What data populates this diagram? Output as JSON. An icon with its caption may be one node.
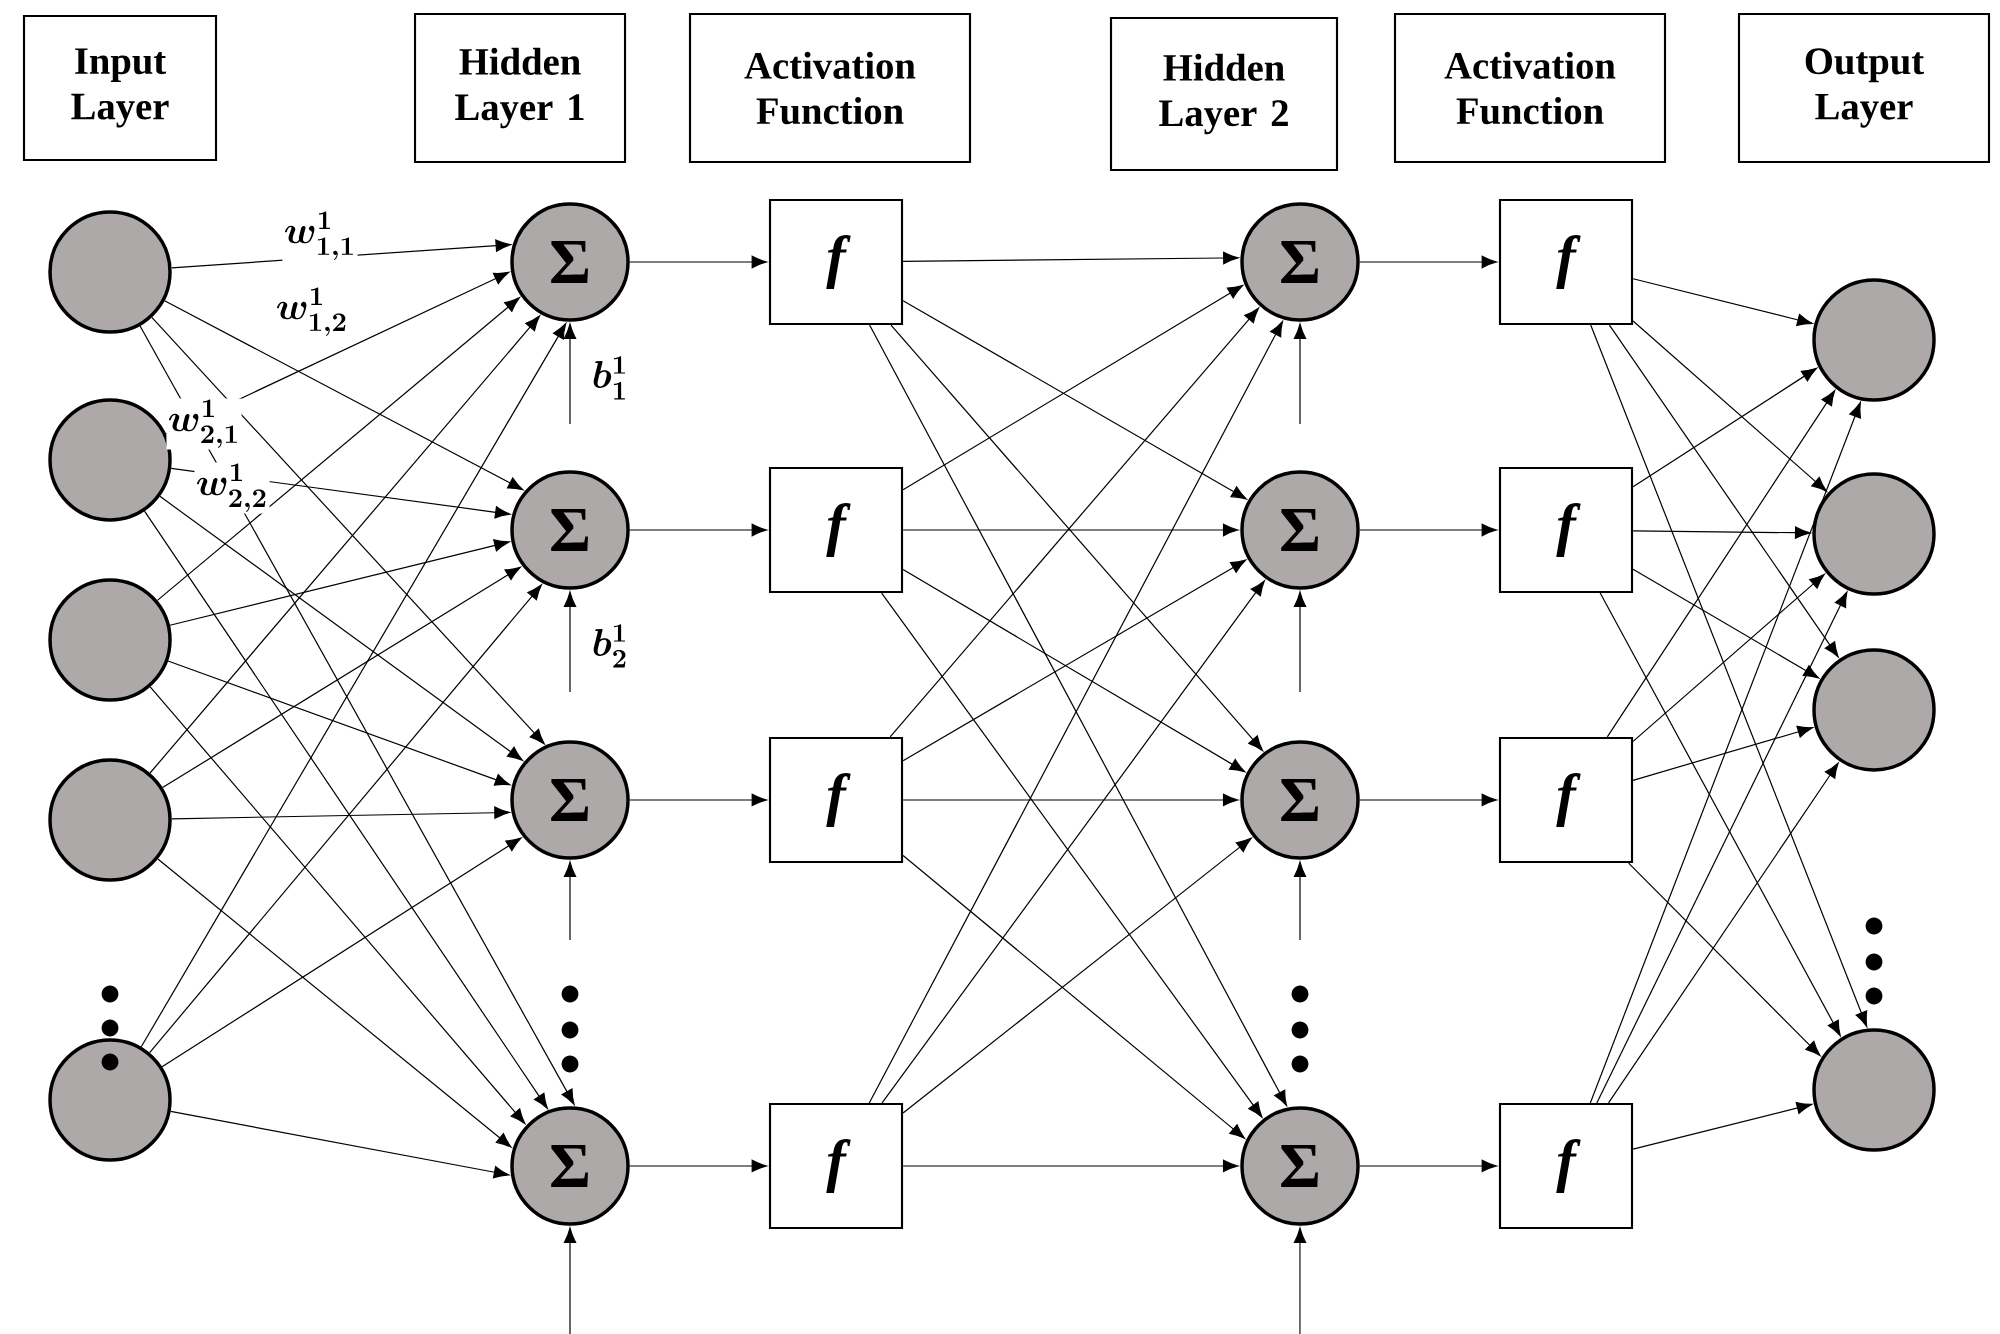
{
  "diagram": {
    "nodes": [
      {
        "text": [
          "Input Layer"
        ]
      },
      {
        "text": [
          "Hidden Layer 1"
        ]
      },
      {
        "text": [
          "Activation Function"
        ]
      },
      {
        "text": [
          "Hidden Layer 2"
        ]
      },
      {
        "text": [
          "Activation Function"
        ]
      },
      {
        "text": [
          "Output Layer"
        ]
      },
      {
        "text": [],
        "shape": "circle"
      },
      {
        "text": [],
        "shape": "circle"
      },
      {
        "text": [],
        "shape": "circle"
      },
      {
        "text": [],
        "shape": "circle"
      },
      {
        "text": [],
        "shape": "circle"
      },
      {
        "text": [
          "Σ"
        ]
      },
      {
        "text": [
          "Σ"
        ]
      },
      {
        "text": [
          "Σ"
        ]
      },
      {
        "text": [
          "Σ"
        ]
      },
      {
        "text": [
          "f"
        ]
      },
      {
        "text": [
          "f"
        ]
      },
      {
        "text": [
          "f"
        ]
      },
      {
        "text": [
          "f"
        ]
      },
      {
        "text": [
          "Σ"
        ]
      },
      {
        "text": [
          "Σ"
        ]
      },
      {
        "text": [
          "Σ"
        ]
      },
      {
        "text": [
          "Σ"
        ]
      },
      {
        "text": [
          "f"
        ]
      },
      {
        "text": [
          "f"
        ]
      },
      {
        "text": [
          "f"
        ]
      },
      {
        "text": [
          "f"
        ]
      },
      {
        "text": [],
        "shape": "circle"
      },
      {
        "text": [],
        "shape": "circle"
      },
      {
        "text": [],
        "shape": "circle"
      },
      {
        "text": [],
        "shape": "circle"
      }
    ],
    "edges": [
      {
        "from": 6,
        "to": 11,
        "arrow": "to",
        "label": "w^{1}_{1,1}"
      },
      {
        "from": 6,
        "to": 12,
        "arrow": "to",
        "label": "w^{1}_{1,2}"
      },
      {
        "from": 6,
        "to": 13,
        "arrow": "to"
      },
      {
        "from": 6,
        "to": 14,
        "arrow": "to"
      },
      {
        "from": 7,
        "to": 11,
        "arrow": "to",
        "label": "w^{1}_{2,1}"
      },
      {
        "from": 7,
        "to": 12,
        "arrow": "to",
        "label": "w^{1}_{2,2}"
      },
      {
        "from": 7,
        "to": 13,
        "arrow": "to"
      },
      {
        "from": 7,
        "to": 14,
        "arrow": "to"
      },
      {
        "from": 8,
        "to": 11,
        "arrow": "to"
      },
      {
        "from": 8,
        "to": 12,
        "arrow": "to"
      },
      {
        "from": 8,
        "to": 13,
        "arrow": "to"
      },
      {
        "from": 8,
        "to": 14,
        "arrow": "to"
      },
      {
        "from": 9,
        "to": 11,
        "arrow": "to"
      },
      {
        "from": 9,
        "to": 12,
        "arrow": "to"
      },
      {
        "from": 9,
        "to": 13,
        "arrow": "to"
      },
      {
        "from": 9,
        "to": 14,
        "arrow": "to"
      },
      {
        "from": 10,
        "to": 11,
        "arrow": "to"
      },
      {
        "from": 10,
        "to": 12,
        "arrow": "to"
      },
      {
        "from": 10,
        "to": 13,
        "arrow": "to"
      },
      {
        "from": 10,
        "to": 14,
        "arrow": "to"
      },
      {
        "from": null,
        "to": 11,
        "arrow": "to",
        "label": "b^{1}_{1}"
      },
      {
        "from": null,
        "to": 12,
        "arrow": "to",
        "label": "b^{1}_{2}"
      },
      {
        "from": null,
        "to": 13,
        "arrow": "to"
      },
      {
        "from": null,
        "to": 14,
        "arrow": "to"
      },
      {
        "from": 11,
        "to": 15,
        "arrow": "to"
      },
      {
        "from": 12,
        "to": 16,
        "arrow": "to"
      },
      {
        "from": 13,
        "to": 17,
        "arrow": "to"
      },
      {
        "from": 14,
        "to": 18,
        "arrow": "to"
      },
      {
        "from": 15,
        "to": 19,
        "arrow": "to"
      },
      {
        "from": 15,
        "to": 20,
        "arrow": "to"
      },
      {
        "from": 15,
        "to": 21,
        "arrow": "to"
      },
      {
        "from": 15,
        "to": 22,
        "arrow": "to"
      },
      {
        "from": 16,
        "to": 19,
        "arrow": "to"
      },
      {
        "from": 16,
        "to": 20,
        "arrow": "to"
      },
      {
        "from": 16,
        "to": 21,
        "arrow": "to"
      },
      {
        "from": 16,
        "to": 22,
        "arrow": "to"
      },
      {
        "from": 17,
        "to": 19,
        "arrow": "to"
      },
      {
        "from": 17,
        "to": 20,
        "arrow": "to"
      },
      {
        "from": 17,
        "to": 21,
        "arrow": "to"
      },
      {
        "from": 17,
        "to": 22,
        "arrow": "to"
      },
      {
        "from": 18,
        "to": 19,
        "arrow": "to"
      },
      {
        "from": 18,
        "to": 20,
        "arrow": "to"
      },
      {
        "from": 18,
        "to": 21,
        "arrow": "to"
      },
      {
        "from": 18,
        "to": 22,
        "arrow": "to"
      },
      {
        "from": null,
        "to": 19,
        "arrow": "to"
      },
      {
        "from": null,
        "to": 20,
        "arrow": "to"
      },
      {
        "from": null,
        "to": 21,
        "arrow": "to"
      },
      {
        "from": null,
        "to": 22,
        "arrow": "to"
      },
      {
        "from": 19,
        "to": 23,
        "arrow": "to"
      },
      {
        "from": 20,
        "to": 24,
        "arrow": "to"
      },
      {
        "from": 21,
        "to": 25,
        "arrow": "to"
      },
      {
        "from": 22,
        "to": 26,
        "arrow": "to"
      },
      {
        "from": 23,
        "to": 27,
        "arrow": "to"
      },
      {
        "from": 23,
        "to": 28,
        "arrow": "to"
      },
      {
        "from": 23,
        "to": 29,
        "arrow": "to"
      },
      {
        "from": 23,
        "to": 30,
        "arrow": "to"
      },
      {
        "from": 24,
        "to": 27,
        "arrow": "to"
      },
      {
        "from": 24,
        "to": 28,
        "arrow": "to"
      },
      {
        "from": 24,
        "to": 29,
        "arrow": "to"
      },
      {
        "from": 24,
        "to": 30,
        "arrow": "to"
      },
      {
        "from": 25,
        "to": 27,
        "arrow": "to"
      },
      {
        "from": 25,
        "to": 28,
        "arrow": "to"
      },
      {
        "from": 25,
        "to": 29,
        "arrow": "to"
      },
      {
        "from": 25,
        "to": 30,
        "arrow": "to"
      },
      {
        "from": 26,
        "to": 27,
        "arrow": "to"
      },
      {
        "from": 26,
        "to": 28,
        "arrow": "to"
      },
      {
        "from": 26,
        "to": 29,
        "arrow": "to"
      },
      {
        "from": 26,
        "to": 30,
        "arrow": "to"
      }
    ]
  }
}
